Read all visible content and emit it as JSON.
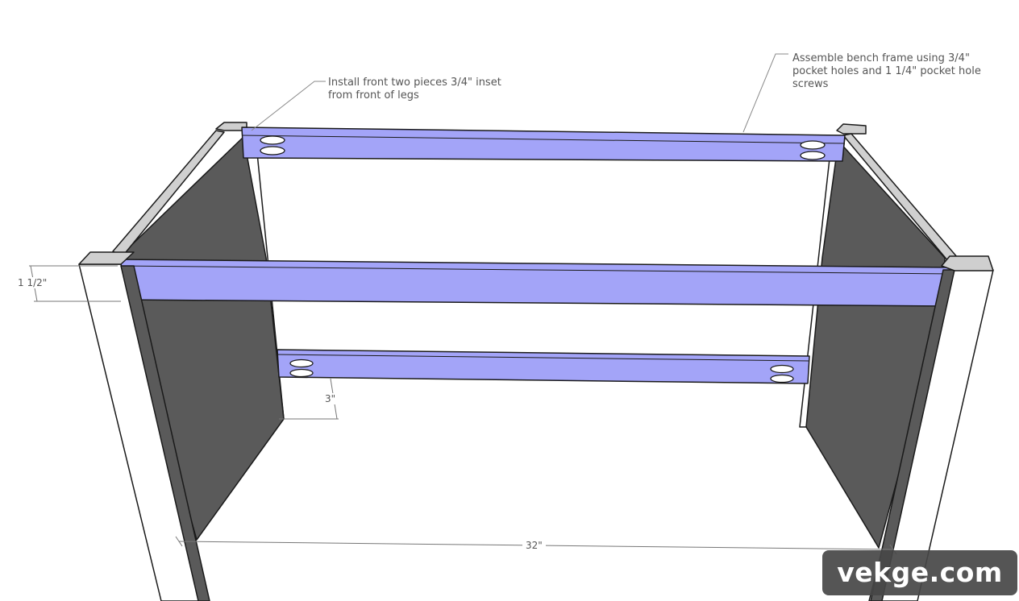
{
  "annotations": {
    "front_pieces": "Install front two pieces 3/4\" inset\nfrom front of legs",
    "frame_assembly": "Assemble bench frame using 3/4\"\npocket holes and 1 1/4\" pocket hole\nscrews"
  },
  "dimensions": {
    "rail_height": "1 1/2\"",
    "stretcher_offset": "3\"",
    "width": "32\""
  },
  "watermark": "vekge.com",
  "colors": {
    "rail": "#a3a4f8",
    "side_panel": "#5a5a5a",
    "leg": "#ffffff",
    "leg_top": "#cfcfcf",
    "outline": "#1a1a1a",
    "leader": "#8a8a8a"
  }
}
